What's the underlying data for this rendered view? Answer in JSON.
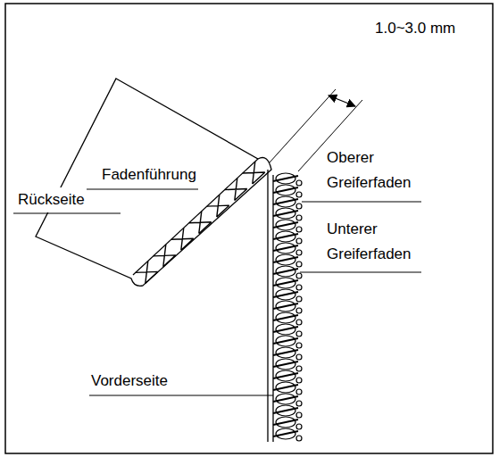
{
  "diagram": {
    "labels": [
      "1.0~3.0 mm",
      "Fadenführung",
      "Rückseite",
      "Oberer Greiferfaden",
      "Unterer Greiferfaden",
      "Vorderseite"
    ]
  }
}
